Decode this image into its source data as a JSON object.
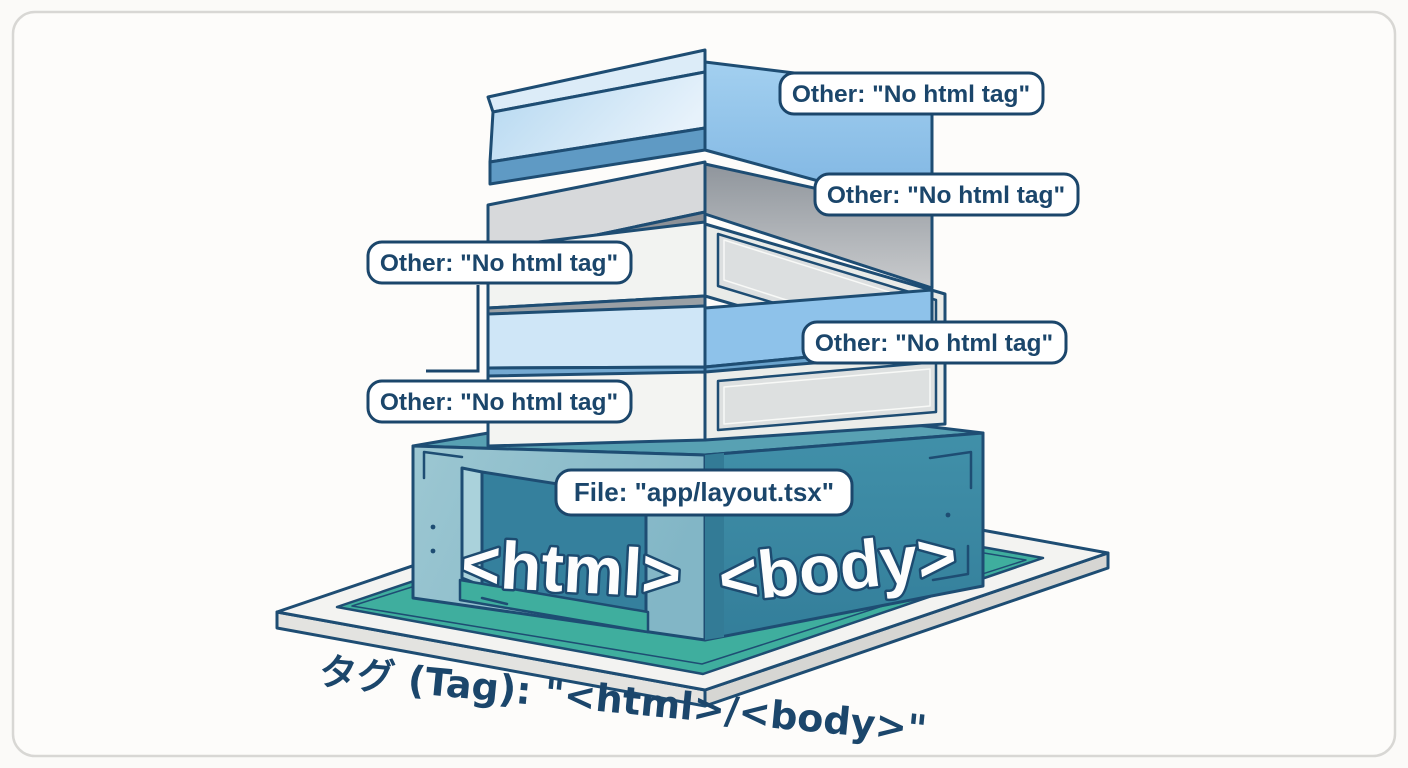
{
  "canvas": {
    "background": "#fbfaf8",
    "card_border": "#d8d7d4"
  },
  "palette": {
    "outline_navy": "#1e4d73",
    "label_text": "#1b466b",
    "floor_blue": "#8ec2ea",
    "floor_blue_light": "#cfe6f7",
    "floor_gray": "#d7d9db",
    "floor_white": "#f2f3f1",
    "base_teal": "#3d89a2",
    "base_teal_light": "#8fbecb",
    "doorway_teal": "#35809d",
    "courtyard_green": "#3fae9e",
    "platform_white": "#f3f3f1"
  },
  "callouts": [
    {
      "text": "Other: \"No html tag\""
    },
    {
      "text": "Other: \"No html tag\""
    },
    {
      "text": "Other: \"No html tag\""
    },
    {
      "text": "Other: \"No html tag\""
    },
    {
      "text": "Other: \"No html tag\""
    }
  ],
  "file_callout": {
    "text": "File: \"app/layout.tsx\""
  },
  "building": {
    "html_tag": "<html>",
    "body_tag": "<body>"
  },
  "caption": {
    "text": "タグ (Tag): \"<html>/<body>\""
  }
}
